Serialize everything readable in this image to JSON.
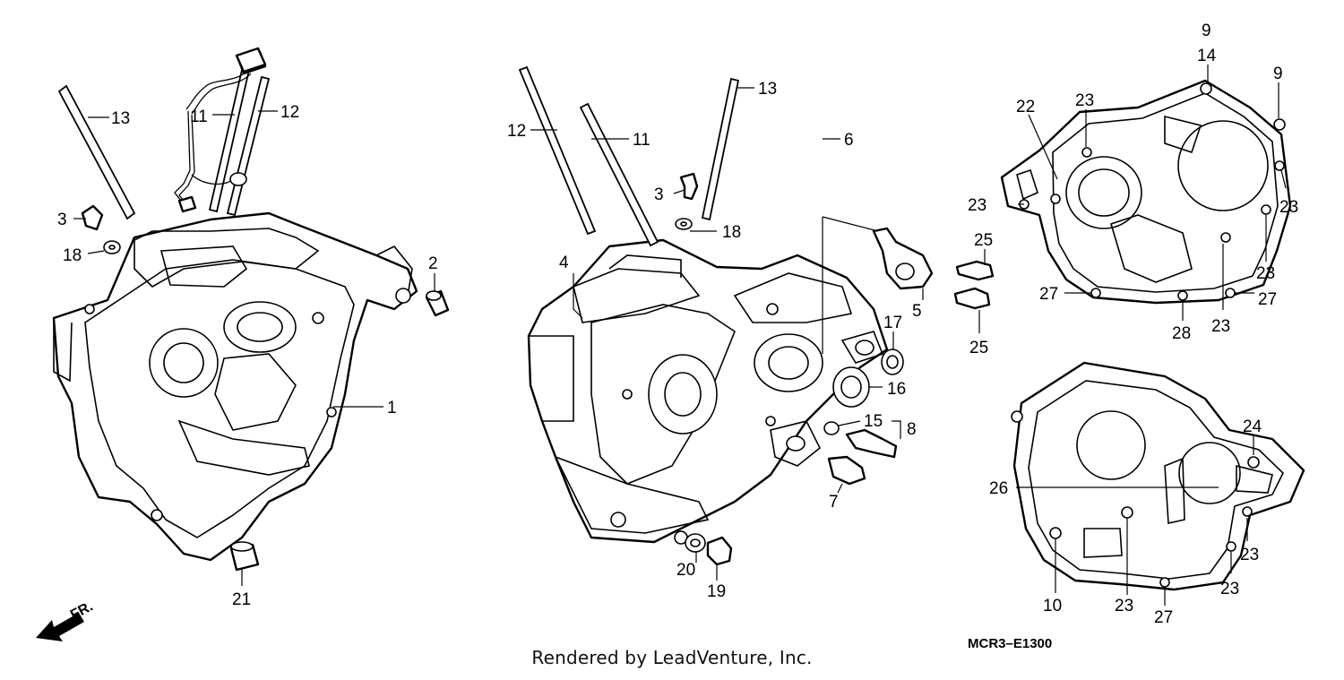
{
  "diagram": {
    "footer_text": "Rendered by LeadVenture, Inc.",
    "reference_code": "MCR3–E1300",
    "front_indicator": "FR.",
    "callouts": {
      "left_crankcase": "1",
      "collar_2": "2",
      "bolt_3_left": "3",
      "washer_18_left": "18",
      "stud_13_left": "13",
      "stud_11_left": "11",
      "stud_12_left": "12",
      "dowel_21": "21",
      "right_crankcase": "4",
      "stud_12_right": "12",
      "stud_11_right": "11",
      "stud_13_right": "13",
      "bolt_3_right": "3",
      "washer_18_right": "18",
      "harness_6": "6",
      "bracket_5": "5",
      "seal_17": "17",
      "seal_16": "16",
      "washer_15": "15",
      "switch_8": "8",
      "switch_7": "7",
      "washer_20": "20",
      "plug_19": "19",
      "bolt_25_top": "25",
      "bolt_25_bottom": "25",
      "gasket_9_top": "9",
      "gasket_14": "14",
      "gasket_9_right": "9",
      "gasket_22": "22",
      "g_23_a": "23",
      "g_23_b": "23",
      "g_23_c": "23",
      "g_23_d": "23",
      "g_23_e": "23",
      "g_27_left": "27",
      "g_27_right": "27",
      "g_28": "28",
      "lower_24": "24",
      "lower_26": "26",
      "lower_23_a": "23",
      "lower_23_b": "23",
      "lower_23_c": "23",
      "lower_10": "10",
      "lower_27": "27"
    }
  }
}
